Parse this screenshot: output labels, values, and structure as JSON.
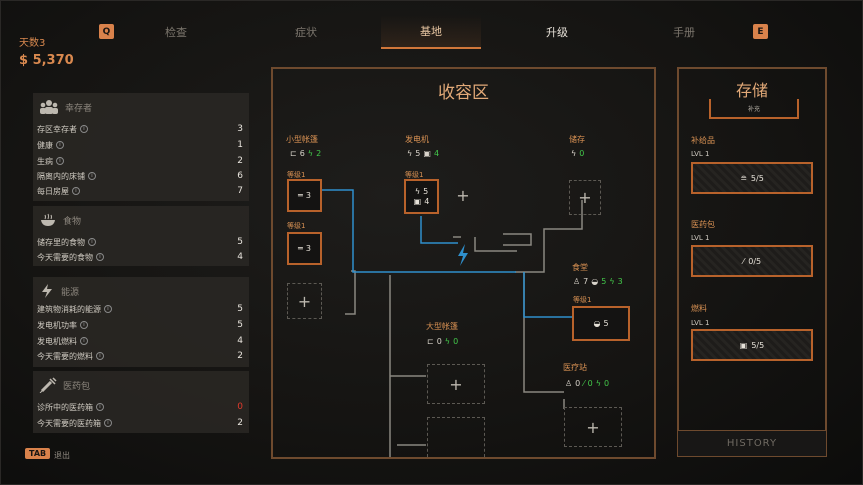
{
  "header": {
    "day": "天数3",
    "money": "$ 5,370"
  },
  "tabs": {
    "q_key": "Q",
    "e_key": "E",
    "items": [
      "检查",
      "症状",
      "基地",
      "升级",
      "手册"
    ]
  },
  "left": {
    "survivors": {
      "title": "幸存者",
      "rows": [
        {
          "label": "存区幸存者",
          "value": "3"
        },
        {
          "label": "健康",
          "value": "1"
        },
        {
          "label": "生病",
          "value": "2"
        },
        {
          "label": "隔离内的床铺",
          "value": "6"
        },
        {
          "label": "每日房屋",
          "value": "7"
        }
      ]
    },
    "food": {
      "title": "食物",
      "rows": [
        {
          "label": "储存里的食物",
          "value": "5"
        },
        {
          "label": "今天需要的食物",
          "value": "4"
        }
      ]
    },
    "energy": {
      "title": "能源",
      "rows": [
        {
          "label": "建筑物消耗的能源",
          "value": "5"
        },
        {
          "label": "发电机功率",
          "value": "5"
        },
        {
          "label": "发电机燃料",
          "value": "4"
        },
        {
          "label": "今天需要的燃料",
          "value": "2"
        }
      ]
    },
    "medicine": {
      "title": "医药包",
      "rows": [
        {
          "label": "诊所中的医药箱",
          "value": "0"
        },
        {
          "label": "今天需要的医药箱",
          "value": "2"
        }
      ]
    },
    "tab_key": "TAB",
    "tab_label": "退出"
  },
  "center": {
    "title": "收容区",
    "small_tent": {
      "name": "小型帐篷",
      "beds": "6",
      "power": "2",
      "slot1_level": "等级1",
      "slot1_val": "3",
      "slot2_level": "等级1",
      "slot2_val": "3"
    },
    "generator": {
      "name": "发电机",
      "power": "5",
      "fuel": "4",
      "level": "等级1",
      "slot_power": "5",
      "slot_fuel": "4"
    },
    "storage_room": {
      "name": "储存",
      "power": "0"
    },
    "canteen": {
      "name": "食堂",
      "people": "7",
      "food": "5",
      "power": "3",
      "level": "等级1",
      "slot_val": "5"
    },
    "large_tent": {
      "name": "大型帐篷",
      "beds": "0",
      "power": "0"
    },
    "clinic": {
      "name": "医疗站",
      "people": "0",
      "meds": "0",
      "power": "0"
    },
    "plus": "+"
  },
  "right": {
    "title": "存储",
    "top_label": "补充",
    "items": [
      {
        "name": "补给品",
        "level": "LVL 1",
        "value": "5/5"
      },
      {
        "name": "医药包",
        "level": "LVL 1",
        "value": "0/5"
      },
      {
        "name": "燃料",
        "level": "LVL 1",
        "value": "5/5"
      }
    ],
    "history": "HISTORY"
  },
  "colors": {
    "accent": "#d9824b",
    "border": "#6e4a2e",
    "slot": "#b8622b",
    "pipe": "#2f8fcc",
    "green": "#43c84a",
    "red": "#e23a2c"
  }
}
